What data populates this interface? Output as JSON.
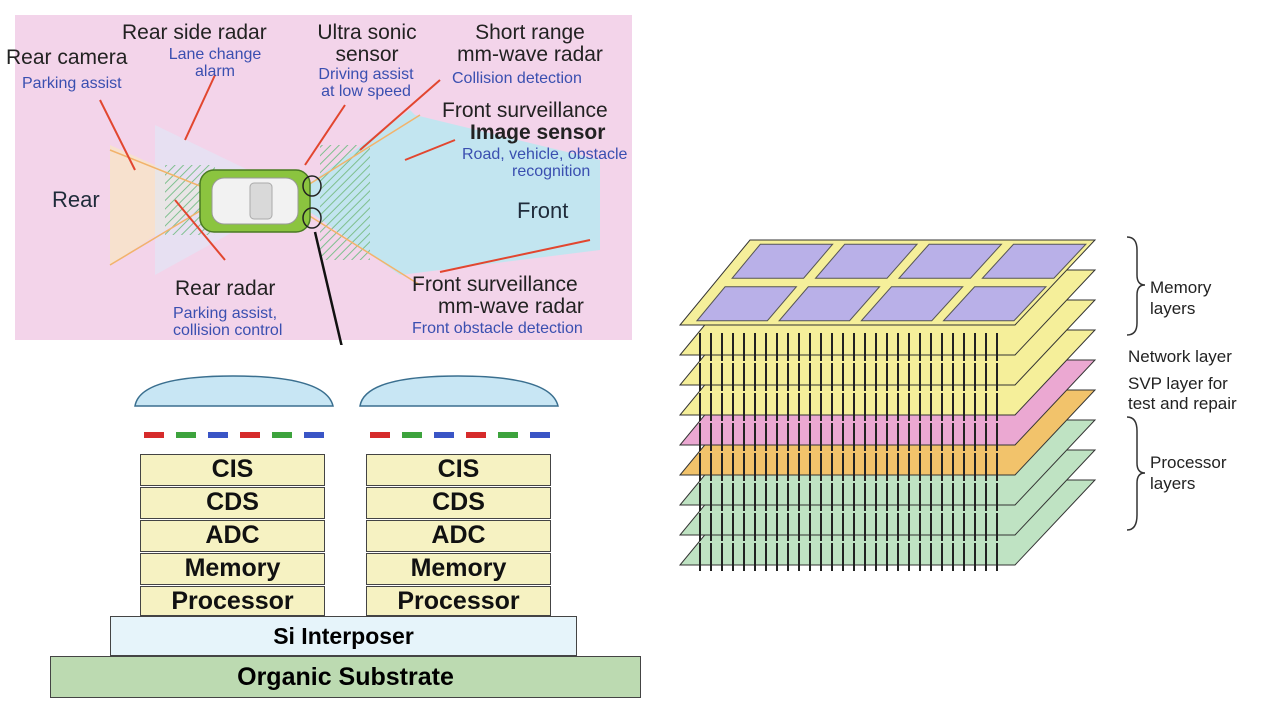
{
  "car_diagram": {
    "labels": {
      "rear_camera": "Rear camera",
      "rear_camera_sub": "Parking assist",
      "rear_side_radar": "Rear side radar",
      "rear_side_radar_sub1": "Lane change",
      "rear_side_radar_sub2": "alarm",
      "ultrasonic1": "Ultra sonic",
      "ultrasonic2": "sensor",
      "ultrasonic_sub1": "Driving assist",
      "ultrasonic_sub2": "at low speed",
      "short_range1": "Short range",
      "short_range2": "mm-wave radar",
      "short_range_sub": "Collision detection",
      "front_surv1": "Front surveillance",
      "front_surv2": "Image sensor",
      "front_surv_sub1": "Road, vehicle, obstacle",
      "front_surv_sub2": "recognition",
      "rear": "Rear",
      "front": "Front",
      "rear_radar": "Rear radar",
      "rear_radar_sub1": "Parking assist,",
      "rear_radar_sub2": "collision control",
      "front_mm1": "Front surveillance",
      "front_mm2": "mm-wave radar",
      "front_mm_sub": "Front obstacle detection"
    },
    "colors": {
      "panel_bg": "#f3d4ea",
      "front_beam": "#bfe6f0",
      "arrow_red": "#e2462f",
      "car_body": "#8bc43f"
    }
  },
  "sensor_stacks": {
    "left": {
      "layers": [
        "CIS",
        "CDS",
        "ADC",
        "Memory",
        "Processor"
      ]
    },
    "right": {
      "layers": [
        "CIS",
        "CDS",
        "ADC",
        "Memory",
        "Processor"
      ]
    },
    "interposer": "Si Interposer",
    "substrate": "Organic Substrate",
    "filter_colors": [
      "#d62b2b",
      "#3da33d",
      "#3a55c6"
    ]
  },
  "stack_3d": {
    "memory": "Memory",
    "memory2": "layers",
    "network": "Network layer",
    "svp1": "SVP layer for",
    "svp2": "test and repair",
    "processor": "Processor",
    "processor2": "layers",
    "layer_colors": [
      "#f5ef9a",
      "#f5ef9a",
      "#f5ef9a",
      "#f5ef9a",
      "#eba8d2",
      "#f2c36b",
      "#bfe3c3",
      "#bfe3c3",
      "#bfe3c3"
    ],
    "grid_color": "#b9b0e8"
  }
}
